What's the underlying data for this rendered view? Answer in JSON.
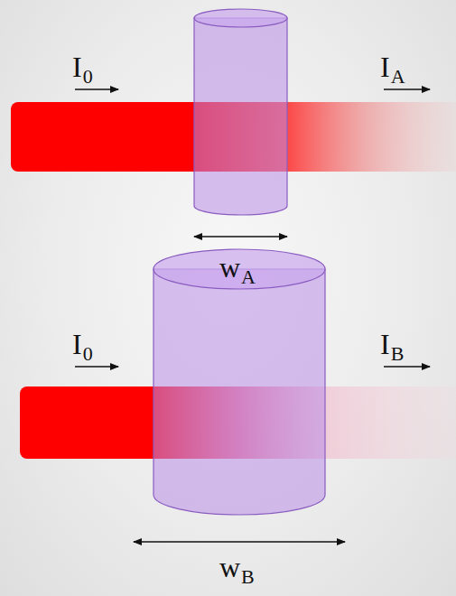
{
  "diagram": {
    "labels": [
      "I",
      "0",
      "I",
      "A",
      "w",
      "A",
      "I",
      "0",
      "I",
      "B",
      "w",
      "B"
    ]
  }
}
